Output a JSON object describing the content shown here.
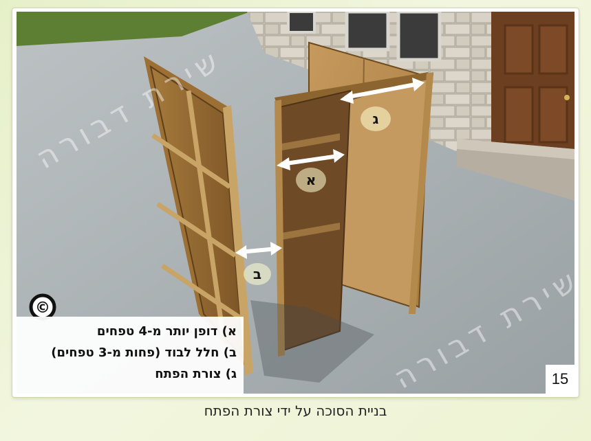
{
  "figure": {
    "label_a": "א",
    "label_b": "ב",
    "label_g": "ג",
    "watermark": "שירת דבורה",
    "copyright_symbol": "©",
    "legend": [
      "א) דופן יותר מ-4 טפחים",
      "ב) חלל לבוד (פחות מ-3 טפחים)",
      "ג) צורת הפתח"
    ],
    "page_number": "15"
  },
  "caption": "בניית הסוכה על ידי צורת הפתח"
}
